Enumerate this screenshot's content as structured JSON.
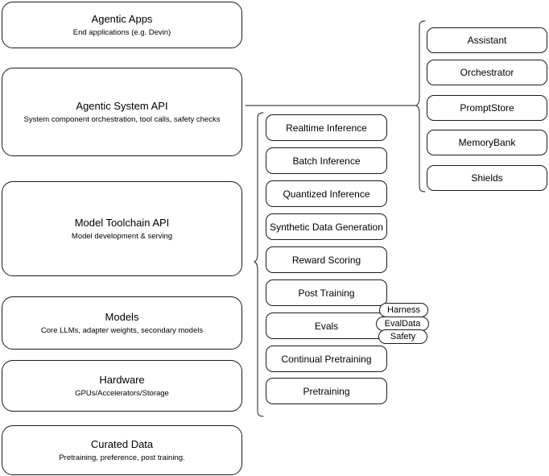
{
  "diagram": {
    "title": "Agentic stack layered architecture",
    "colors": {
      "stroke": "#1a1a1a",
      "background": "#ffffff",
      "text": "#000000"
    }
  },
  "layers": [
    {
      "title": "Agentic Apps",
      "subtitle": "End applications (e.g. Devin)"
    },
    {
      "title": "Agentic System API",
      "subtitle": "System component orchestration, tool calls, safety checks"
    },
    {
      "title": "Model Toolchain API",
      "subtitle": "Model development & serving"
    },
    {
      "title": "Models",
      "subtitle": "Core LLMs, adapter weights, secondary models"
    },
    {
      "title": "Hardware",
      "subtitle": "GPUs/Accelerators/Storage"
    },
    {
      "title": "Curated Data",
      "subtitle": "Pretraining, preference, post training."
    }
  ],
  "toolchain_capabilities": [
    {
      "title": "Realtime Inference"
    },
    {
      "title": "Batch Inference"
    },
    {
      "title": "Quantized Inference"
    },
    {
      "title": "Synthetic Data Generation"
    },
    {
      "title": "Reward Scoring"
    },
    {
      "title": "Post Training"
    },
    {
      "title": "Evals"
    },
    {
      "title": "Continual Pretraining"
    },
    {
      "title": "Pretraining"
    }
  ],
  "system_components": [
    {
      "title": "Assistant"
    },
    {
      "title": "Orchestrator"
    },
    {
      "title": "PromptStore"
    },
    {
      "title": "MemoryBank"
    },
    {
      "title": "Shields"
    }
  ],
  "evals_badges": [
    {
      "label": "Harness"
    },
    {
      "label": "EvalData"
    },
    {
      "label": "Safety"
    }
  ]
}
